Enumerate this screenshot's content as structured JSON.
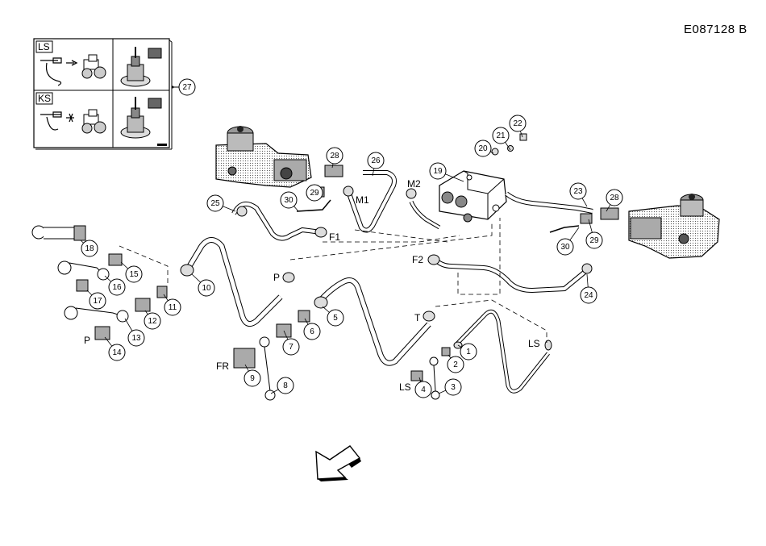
{
  "drawing_id": "E087128  B",
  "inset": {
    "rows": [
      {
        "tag": "LS"
      },
      {
        "tag": "KS"
      }
    ],
    "callout": "27"
  },
  "callouts": [
    "1",
    "2",
    "3",
    "4",
    "5",
    "6",
    "7",
    "8",
    "9",
    "10",
    "11",
    "12",
    "13",
    "14",
    "15",
    "16",
    "17",
    "18",
    "19",
    "20",
    "21",
    "22",
    "23",
    "24",
    "25",
    "26",
    "28",
    "28",
    "29",
    "29",
    "30",
    "30"
  ],
  "port_labels": [
    "M1",
    "M2",
    "F1",
    "F2",
    "P",
    "P",
    "T",
    "LS",
    "LS",
    "FR"
  ],
  "direction_arrow": "front-arrow-icon"
}
